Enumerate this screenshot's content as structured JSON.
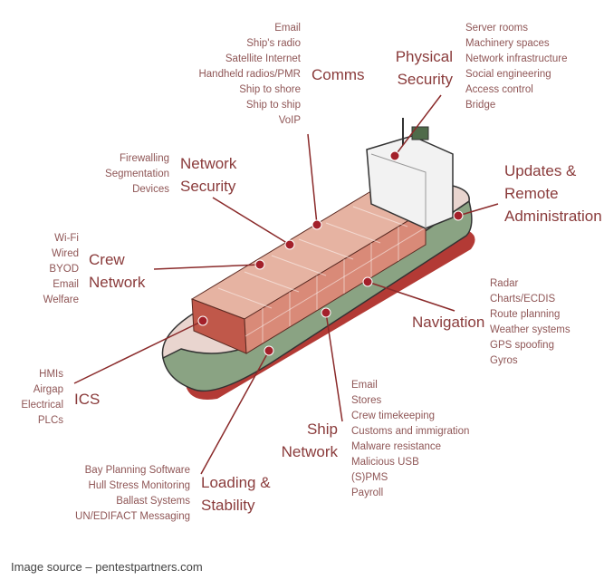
{
  "groups": {
    "comms": {
      "label": [
        "Comms"
      ],
      "items": [
        "Email",
        "Ship's radio",
        "Satellite Internet",
        "Handheld radios/PMR",
        "Ship to shore",
        "Ship to ship",
        "VoIP"
      ]
    },
    "physical_security": {
      "label": [
        "Physical",
        "Security"
      ],
      "items": [
        "Server rooms",
        "Machinery spaces",
        "Network infrastructure",
        "Social engineering",
        "Access control",
        "Bridge"
      ]
    },
    "network_security": {
      "label": [
        "Network",
        "Security"
      ],
      "items": [
        "Firewalling",
        "Segmentation",
        "Devices"
      ]
    },
    "updates": {
      "label": [
        "Updates &",
        "Remote",
        "Administration"
      ],
      "items": []
    },
    "crew_network": {
      "label": [
        "Crew",
        "Network"
      ],
      "items": [
        "Wi-Fi",
        "Wired",
        "BYOD",
        "Email",
        "Welfare"
      ]
    },
    "navigation": {
      "label": [
        "Navigation"
      ],
      "items": [
        "Radar",
        "Charts/ECDIS",
        "Route planning",
        "Weather systems",
        "GPS spoofing",
        "Gyros"
      ]
    },
    "ics": {
      "label": [
        "ICS"
      ],
      "items": [
        "HMIs",
        "Airgap",
        "Electrical",
        "PLCs"
      ]
    },
    "ship_network": {
      "label": [
        "Ship",
        "Network"
      ],
      "items": [
        "Email",
        "Stores",
        "Crew timekeeping",
        "Customs and immigration",
        "Malware resistance",
        "Malicious USB",
        "(S)PMS",
        "Payroll"
      ]
    },
    "loading": {
      "label": [
        "Loading &",
        "Stability"
      ],
      "items": [
        "Bay Planning Software",
        "Hull Stress Monitoring",
        "Ballast Systems",
        "UN/EDIFACT Messaging"
      ]
    }
  },
  "source": "Image source – pentestpartners.com",
  "colors": {
    "accent": "#8a3b3b",
    "dot": "#a3202a",
    "hull_green": "#8aa383",
    "hull_red": "#b33a35",
    "container": "#d98a78"
  }
}
